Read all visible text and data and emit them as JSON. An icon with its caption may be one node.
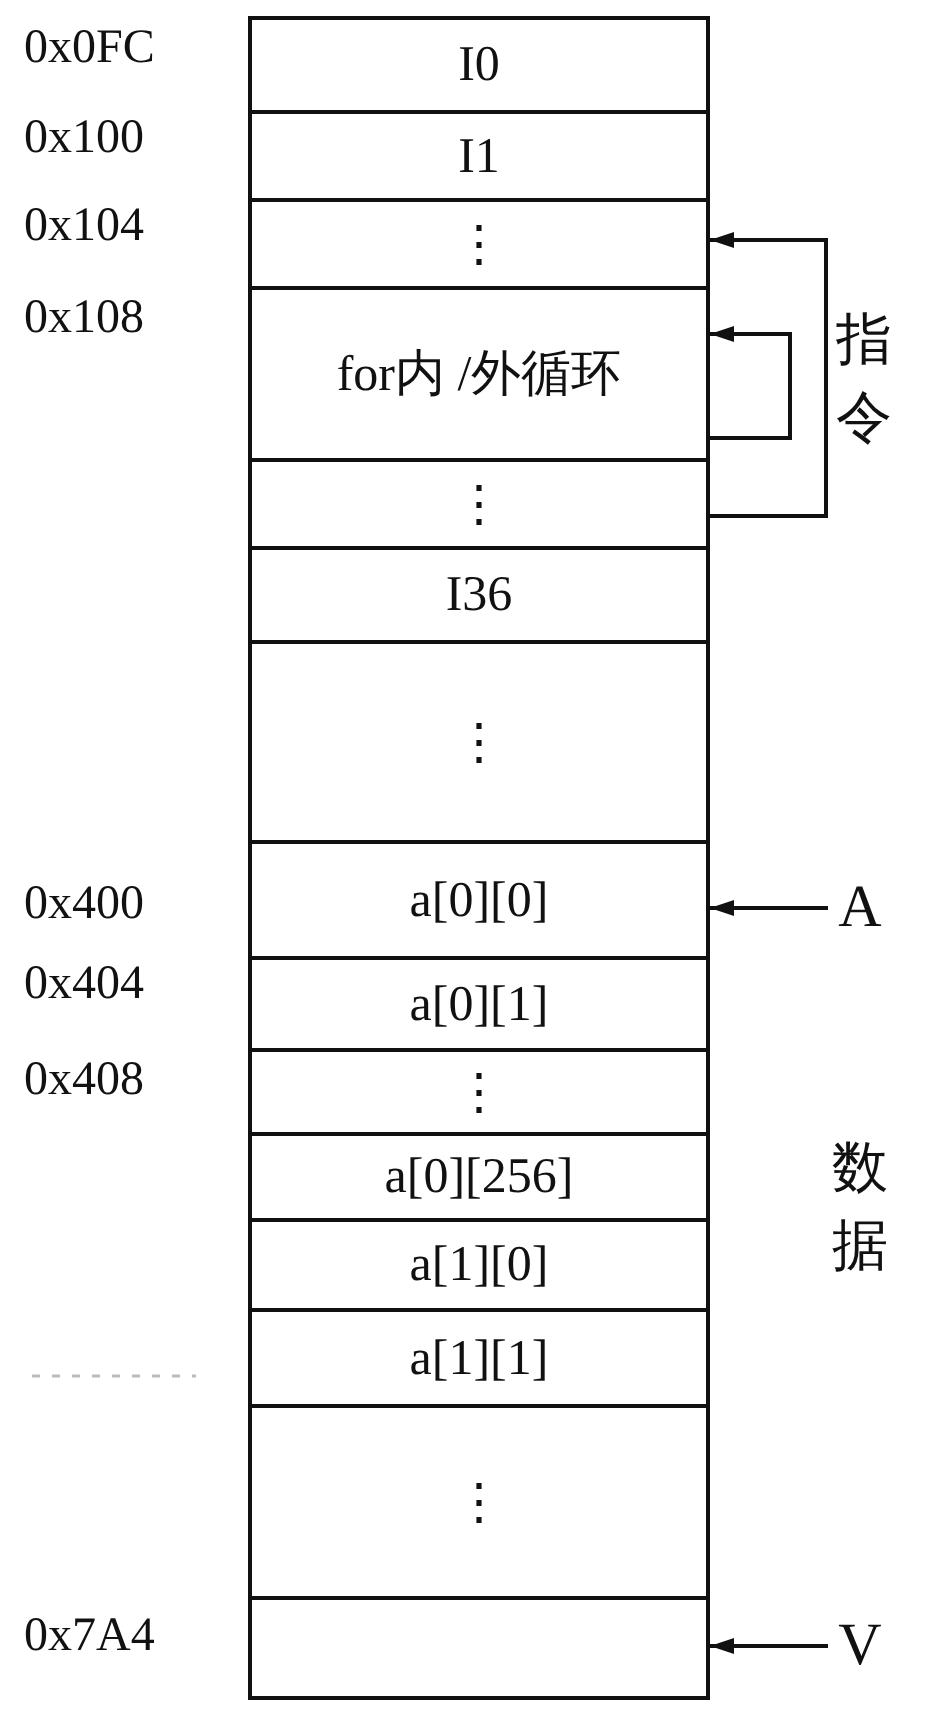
{
  "diagram": {
    "nodes": [
      {
        "text": [
          "I0"
        ],
        "beside": [
          "0x0FC"
        ]
      },
      {
        "text": [
          "I1"
        ],
        "beside": [
          "0x100"
        ]
      },
      {
        "text": [
          "⋮"
        ],
        "beside": [
          "0x104"
        ]
      },
      {
        "text": [
          "for内 /外循环"
        ],
        "beside": [
          "0x108"
        ]
      },
      {
        "text": [
          "⋮"
        ]
      },
      {
        "text": [
          "I36"
        ]
      },
      {
        "text": [
          "⋮"
        ]
      },
      {
        "text": [
          "a[0][0]"
        ],
        "beside": [
          "0x400"
        ]
      },
      {
        "text": [
          "a[0][1]"
        ],
        "beside": [
          "0x404"
        ]
      },
      {
        "text": [
          "⋮"
        ],
        "beside": [
          "0x408"
        ]
      },
      {
        "text": [
          "a[0][256]"
        ]
      },
      {
        "text": [
          "a[1][0]"
        ]
      },
      {
        "text": [
          "a[1][1]"
        ]
      },
      {
        "text": [
          "⋮"
        ]
      },
      {
        "text": [],
        "shape": "box",
        "beside": [
          "0x7A4"
        ]
      },
      {
        "text": [
          "A"
        ]
      },
      {
        "text": [
          "V"
        ]
      }
    ],
    "edges": [
      {
        "from": 4,
        "to": 2,
        "arrow": "to"
      },
      {
        "from": 3,
        "to": 3,
        "arrow": "to"
      },
      {
        "from": 15,
        "to": 7,
        "arrow": "to"
      },
      {
        "from": 16,
        "to": 14,
        "arrow": "to"
      }
    ],
    "labels": [
      "指令",
      "数据"
    ]
  }
}
